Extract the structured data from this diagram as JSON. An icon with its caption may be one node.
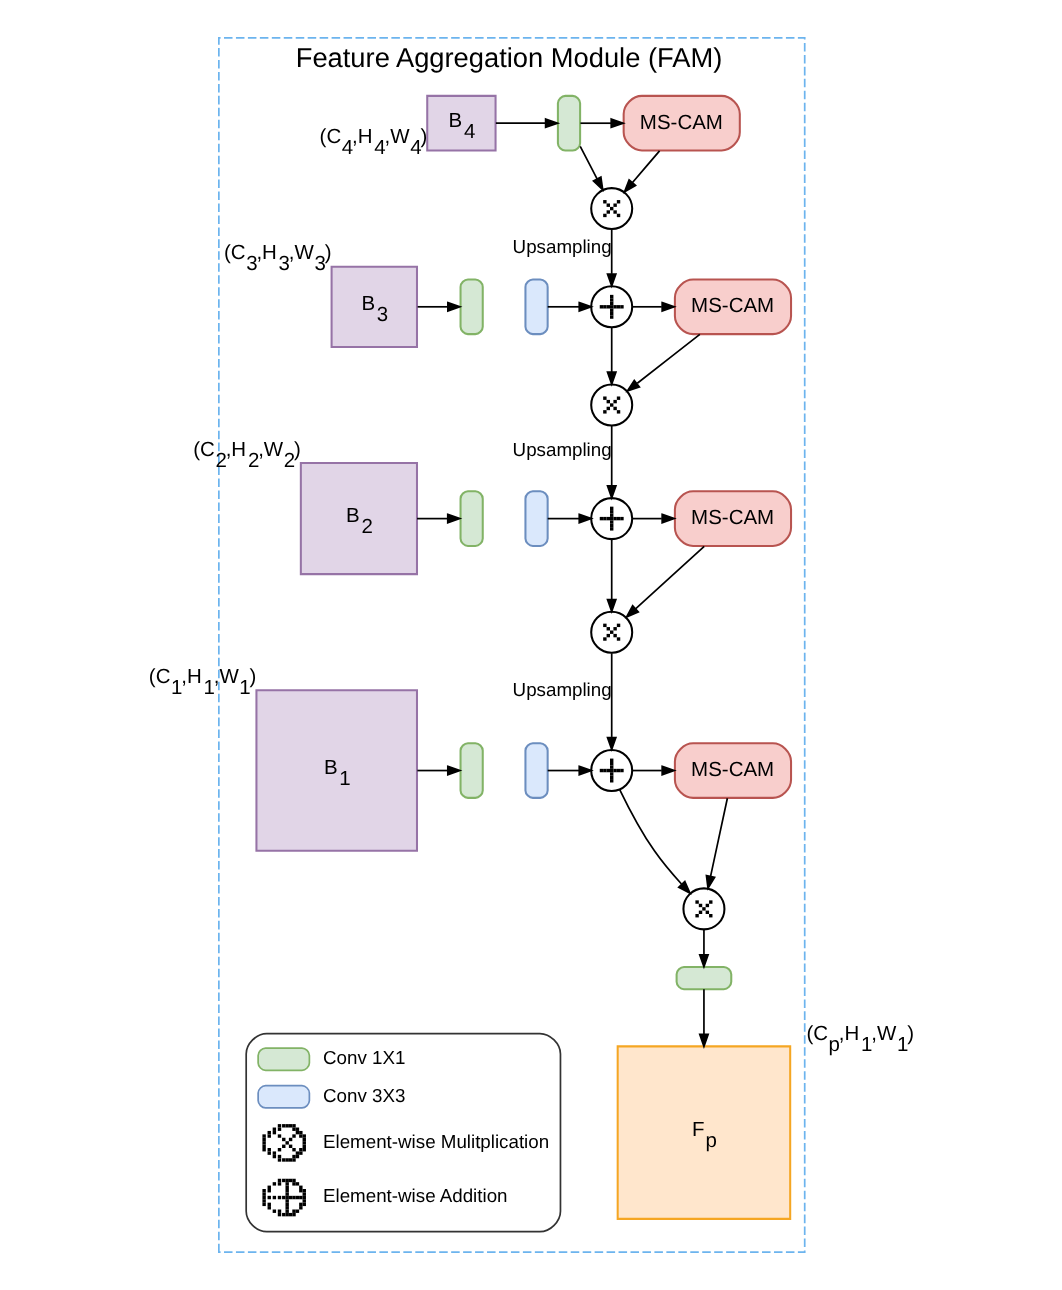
{
  "diagram": {
    "nodes": [
      {
        "text": [
          "Feature Aggregation Module (FAM)"
        ]
      },
      {
        "text": [
          "B$_{4}$"
        ],
        "beside": [
          "(C$_{4}$,H$_{4}$,W$_{4}$)"
        ],
        "in": 0
      },
      {
        "text": [],
        "shape": "box",
        "in": 0
      },
      {
        "text": [
          "MS-CAM"
        ],
        "in": 0
      },
      {
        "text": [],
        "shape": "circle",
        "in": 0
      },
      {
        "text": [
          "B$_{3}$"
        ],
        "beside": [
          "(C$_{3}$,H$_{3}$,W$_{3}$)"
        ],
        "in": 0
      },
      {
        "text": [],
        "shape": "box",
        "in": 0
      },
      {
        "text": [],
        "shape": "box",
        "in": 0
      },
      {
        "text": [],
        "shape": "circle",
        "in": 0
      },
      {
        "text": [
          "MS-CAM"
        ],
        "in": 0
      },
      {
        "text": [],
        "shape": "circle",
        "in": 0
      },
      {
        "text": [
          "B$_{2}$"
        ],
        "beside": [
          "(C$_{2}$,H$_{2}$,W$_{2}$)"
        ],
        "in": 0
      },
      {
        "text": [],
        "shape": "box",
        "in": 0
      },
      {
        "text": [],
        "shape": "box",
        "in": 0
      },
      {
        "text": [],
        "shape": "circle",
        "in": 0
      },
      {
        "text": [
          "MS-CAM"
        ],
        "in": 0
      },
      {
        "text": [],
        "shape": "circle",
        "in": 0
      },
      {
        "text": [
          "B$_{1}$"
        ],
        "beside": [
          "(C$_{1}$,H$_{1}$,W$_{1}$)"
        ],
        "in": 0
      },
      {
        "text": [],
        "shape": "box",
        "in": 0
      },
      {
        "text": [],
        "shape": "box",
        "in": 0
      },
      {
        "text": [],
        "shape": "circle",
        "in": 0
      },
      {
        "text": [
          "MS-CAM"
        ],
        "in": 0
      },
      {
        "text": [],
        "shape": "circle",
        "in": 0
      },
      {
        "text": [],
        "shape": "box",
        "in": 0
      },
      {
        "text": [
          "F$_{p}$"
        ],
        "beside": [
          "(C$_{p}$,H$_{1}$,W$_{1}$)"
        ],
        "in": 0
      }
    ],
    "edges": [
      {
        "from": 1,
        "to": 2,
        "arrow": "to"
      },
      {
        "from": 2,
        "to": 3,
        "arrow": "to"
      },
      {
        "from": 2,
        "to": 4,
        "arrow": "to"
      },
      {
        "from": 3,
        "to": 4,
        "arrow": "to"
      },
      {
        "from": 4,
        "to": 8,
        "arrow": "to",
        "label": "Upsampling"
      },
      {
        "from": 5,
        "to": 6,
        "arrow": "to"
      },
      {
        "from": 7,
        "to": 8,
        "arrow": "to"
      },
      {
        "from": 8,
        "to": 9,
        "arrow": "to"
      },
      {
        "from": 8,
        "to": 10,
        "arrow": "to"
      },
      {
        "from": 9,
        "to": 10,
        "arrow": "to"
      },
      {
        "from": 10,
        "to": 14,
        "arrow": "to",
        "label": "Upsampling"
      },
      {
        "from": 11,
        "to": 12,
        "arrow": "to"
      },
      {
        "from": 13,
        "to": 14,
        "arrow": "to"
      },
      {
        "from": 14,
        "to": 15,
        "arrow": "to"
      },
      {
        "from": 14,
        "to": 16,
        "arrow": "to"
      },
      {
        "from": 15,
        "to": 16,
        "arrow": "to"
      },
      {
        "from": 16,
        "to": 20,
        "arrow": "to",
        "label": "Upsampling"
      },
      {
        "from": 17,
        "to": 18,
        "arrow": "to"
      },
      {
        "from": 19,
        "to": 20,
        "arrow": "to"
      },
      {
        "from": 20,
        "to": 21,
        "arrow": "to"
      },
      {
        "from": 20,
        "to": 22,
        "arrow": "to"
      },
      {
        "from": 21,
        "to": 22,
        "arrow": "to"
      },
      {
        "from": 22,
        "to": 23,
        "arrow": "to"
      },
      {
        "from": 23,
        "to": 24,
        "arrow": "to"
      }
    ],
    "legend": [
      {
        "text": "Conv 1X1",
        "color": "#d5e8d4"
      },
      {
        "text": "Conv 3X3",
        "color": "#dae8fc"
      },
      {
        "text": "Element-wise Mulitplication"
      },
      {
        "text": "Element-wise Addition"
      }
    ]
  }
}
